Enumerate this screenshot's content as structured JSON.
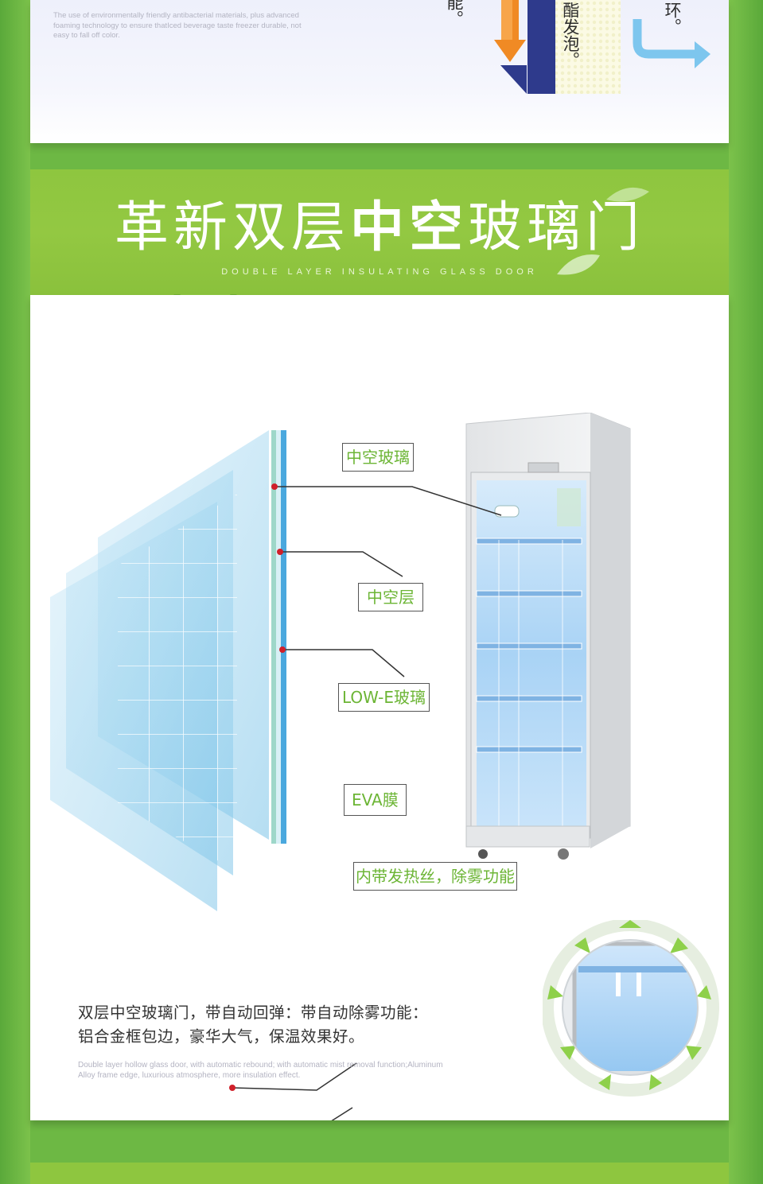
{
  "top": {
    "en_description": "The use of environmentally friendly antibacterial materials, plus advanced foaming technology to ensure thatIced beverage taste freezer durable, not easy to fall off color.",
    "col1_chars": "能。",
    "col2_chars": "酯发泡。",
    "col3_chars": "环。"
  },
  "band": {
    "title_light_1": "革新双层",
    "title_bold": "中空",
    "title_light_2": "玻璃门",
    "subtitle": "DOUBLE LAYER INSULATING GLASS DOOR"
  },
  "callouts": {
    "hollow_glass": "中空玻璃",
    "hollow_layer": "中空层",
    "low_e": "LOW-E玻璃",
    "eva": "EVA膜",
    "heating": "内带发热丝，除雾功能"
  },
  "description": {
    "zh_line1": "双层中空玻璃门，带自动回弹：带自动除雾功能：",
    "zh_line2": "铝合金框包边，豪华大气，保温效果好。",
    "en": "Double layer hollow glass door, with automatic rebound; with automatic mist removal function;Aluminum Alloy frame edge, luxurious atmosphere, more insulation effect."
  },
  "colors": {
    "green": "#8ec63f",
    "callout_text": "#6cb535",
    "dot": "#d0202a",
    "orange": "#f08a24",
    "navy": "#2e3a8c",
    "light_blue": "#7dc6ee"
  }
}
